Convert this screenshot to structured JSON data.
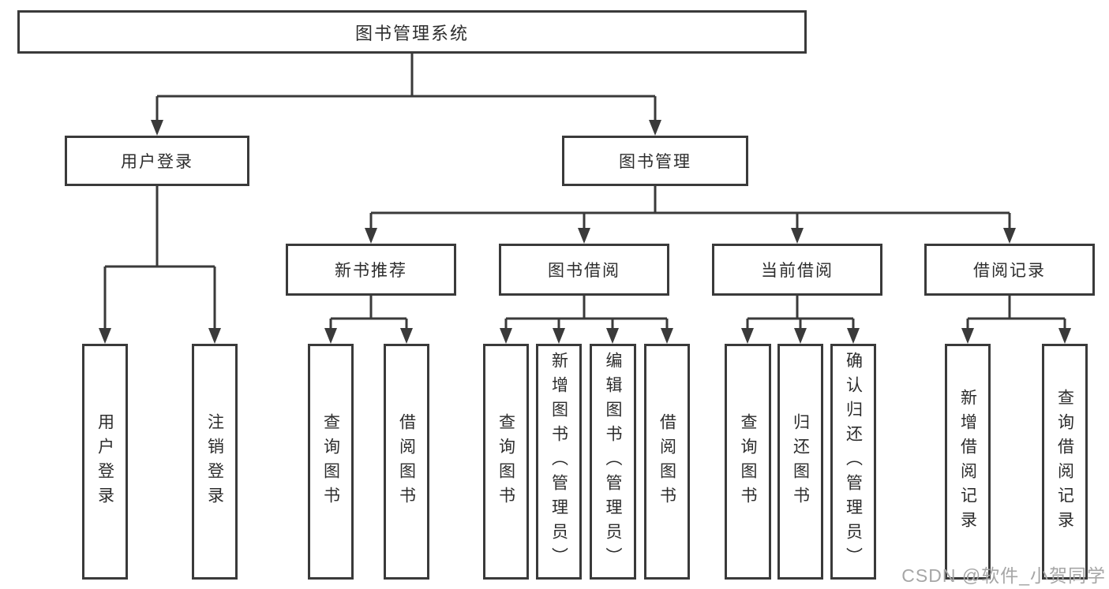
{
  "colors": {
    "line": "#3a3a3a",
    "box_bg": "#ffffff",
    "text": "#2d2d2d",
    "watermark": "#a6a6a6"
  },
  "watermark": {
    "text": "CSDN @软件_小贺同学"
  },
  "chart_type": "org-hierarchy-diagram",
  "tree": {
    "label": "图书管理系统",
    "children": [
      {
        "label": "用户登录",
        "children": [
          {
            "label": "用户登录"
          },
          {
            "label": "注销登录"
          }
        ]
      },
      {
        "label": "图书管理",
        "children": [
          {
            "label": "新书推荐",
            "children": [
              {
                "label": "查询图书"
              },
              {
                "label": "借阅图书"
              }
            ]
          },
          {
            "label": "图书借阅",
            "children": [
              {
                "label": "查询图书"
              },
              {
                "label": "新增图书（管理员）"
              },
              {
                "label": "编辑图书（管理员）"
              },
              {
                "label": "借阅图书"
              }
            ]
          },
          {
            "label": "当前借阅",
            "children": [
              {
                "label": "查询图书"
              },
              {
                "label": "归还图书"
              },
              {
                "label": "确认归还（管理员）"
              }
            ]
          },
          {
            "label": "借阅记录",
            "children": [
              {
                "label": "新增借阅记录"
              },
              {
                "label": "查询借阅记录"
              }
            ]
          }
        ]
      }
    ]
  }
}
